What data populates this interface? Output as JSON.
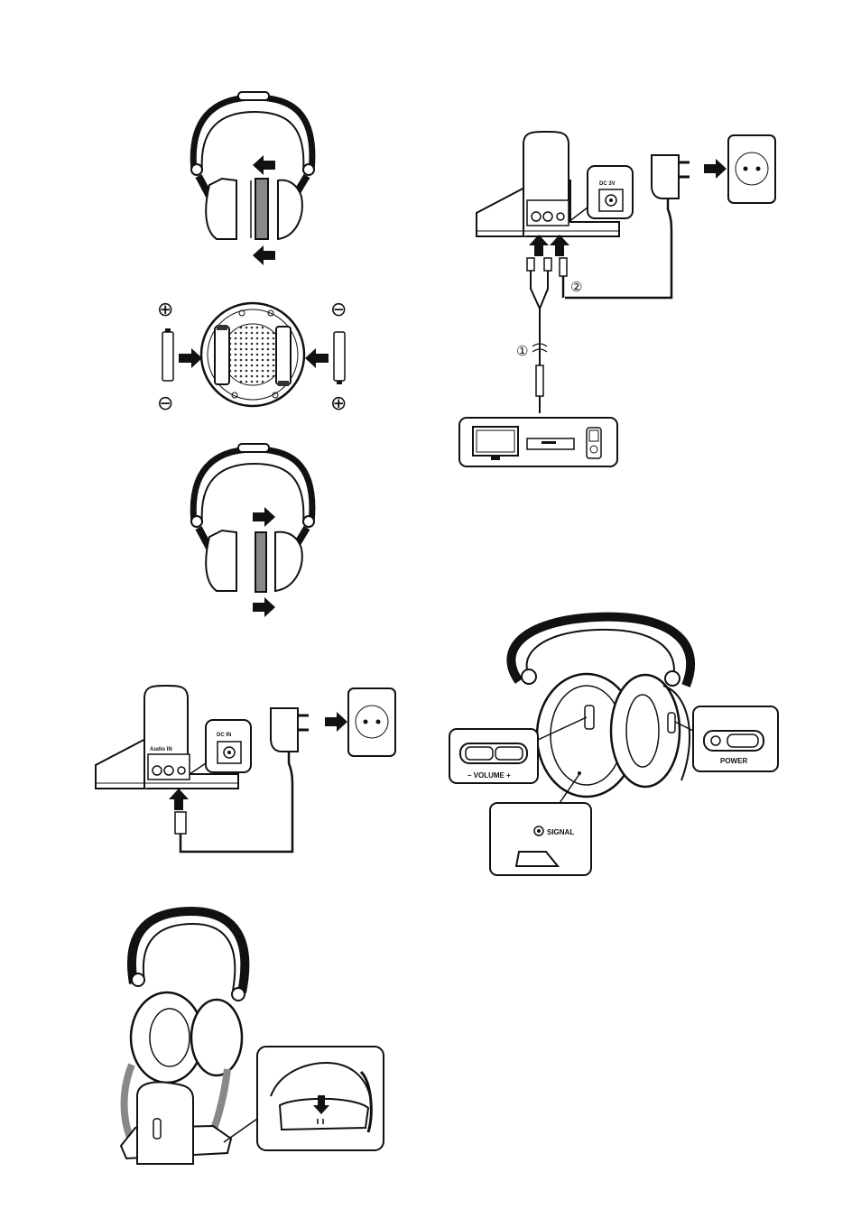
{
  "labels": {
    "volume": "– VOLUME +",
    "power": "POWER",
    "signal": "SIGNAL",
    "audio_in": "Audio IN",
    "dc_in": "DC IN",
    "dc_short": "DC 3V",
    "step1": "①",
    "step2": "②",
    "plus": "⊕",
    "minus": "⊖"
  }
}
